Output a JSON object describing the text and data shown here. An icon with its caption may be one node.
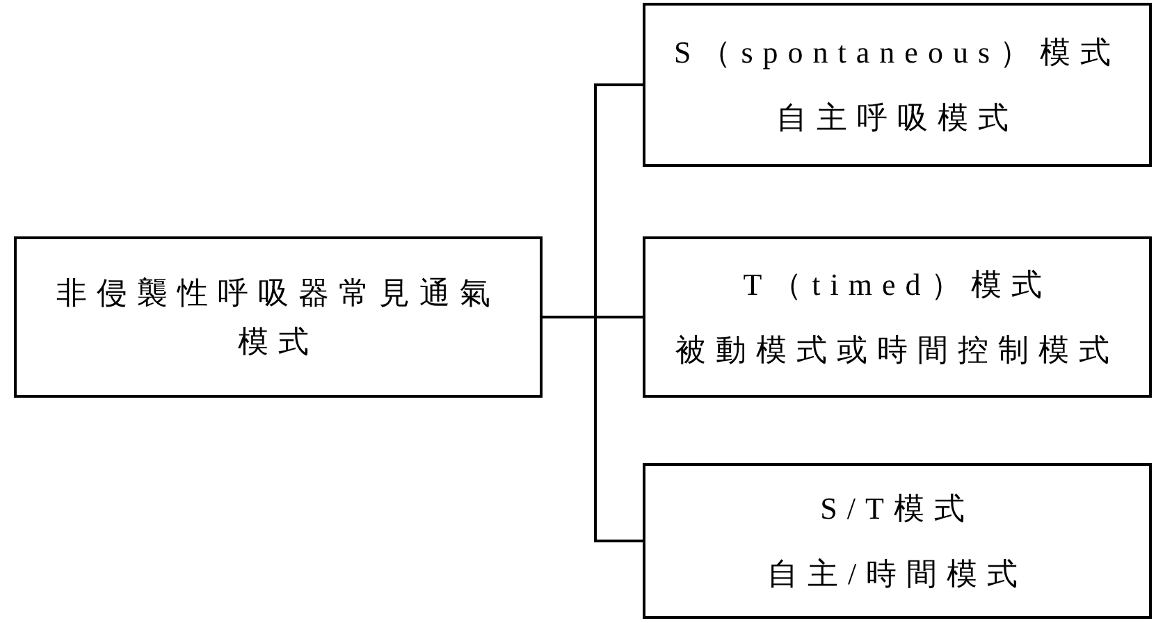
{
  "diagram": {
    "nodes": [
      {
        "text": [
          "非侵襲性呼吸器常見通氣模式"
        ]
      },
      {
        "text": [
          "S（spontaneous）模式",
          "自主呼吸模式"
        ]
      },
      {
        "text": [
          "T（timed）模式",
          "被動模式或時間控制模式"
        ]
      },
      {
        "text": [
          "S/T模式",
          "自主/時間模式"
        ]
      }
    ],
    "edges": [
      {
        "from": 0,
        "to": 1,
        "arrow": "none"
      },
      {
        "from": 0,
        "to": 2,
        "arrow": "none"
      },
      {
        "from": 0,
        "to": 3,
        "arrow": "none"
      }
    ]
  }
}
